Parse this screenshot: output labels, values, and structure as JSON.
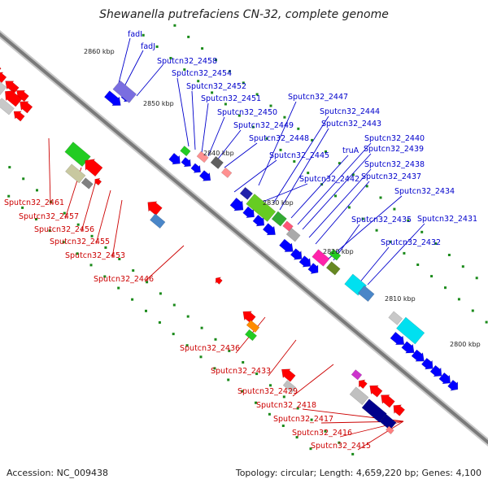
{
  "title": "Shewanella putrefaciens CN-32, complete genome",
  "footer": {
    "accession": "Accession: NC_009438",
    "summary": "Topology: circular; Length: 4,659,220 bp; Genes: 4,100"
  },
  "colors": {
    "forward_label": "#0000cc",
    "reverse_label": "#cc0000",
    "backbone": "#808080",
    "tick_dots": "#1a8a1a"
  },
  "kbp_markers": [
    "2860 kbp",
    "2850 kbp",
    "2840 kbp",
    "2830 kbp",
    "2820 kbp",
    "2810 kbp",
    "2800 kbp"
  ],
  "forward_genes": [
    "fadI",
    "fadJ",
    "Sputcn32_2458",
    "Sputcn32_2454",
    "Sputcn32_2452",
    "Sputcn32_2451",
    "Sputcn32_2450",
    "Sputcn32_2449",
    "Sputcn32_2448",
    "Sputcn32_2447",
    "Sputcn32_2444",
    "Sputcn32_2443",
    "Sputcn32_2445",
    "truA",
    "Sputcn32_2440",
    "Sputcn32_2439",
    "Sputcn32_2438",
    "Sputcn32_2442",
    "Sputcn32_2437",
    "Sputcn32_2434",
    "Sputcn32_2435",
    "Sputcn32_2431",
    "Sputcn32_2432"
  ],
  "reverse_genes": [
    "Sputcn32_2461",
    "Sputcn32_2457",
    "Sputcn32_2456",
    "Sputcn32_2455",
    "Sputcn32_2453",
    "Sputcn32_2446",
    "Sputcn32_2436",
    "Sputcn32_2433",
    "Sputcn32_2429",
    "Sputcn32_2418",
    "Sputcn32_2417",
    "Sputcn32_2416",
    "Sputcn32_2415"
  ]
}
